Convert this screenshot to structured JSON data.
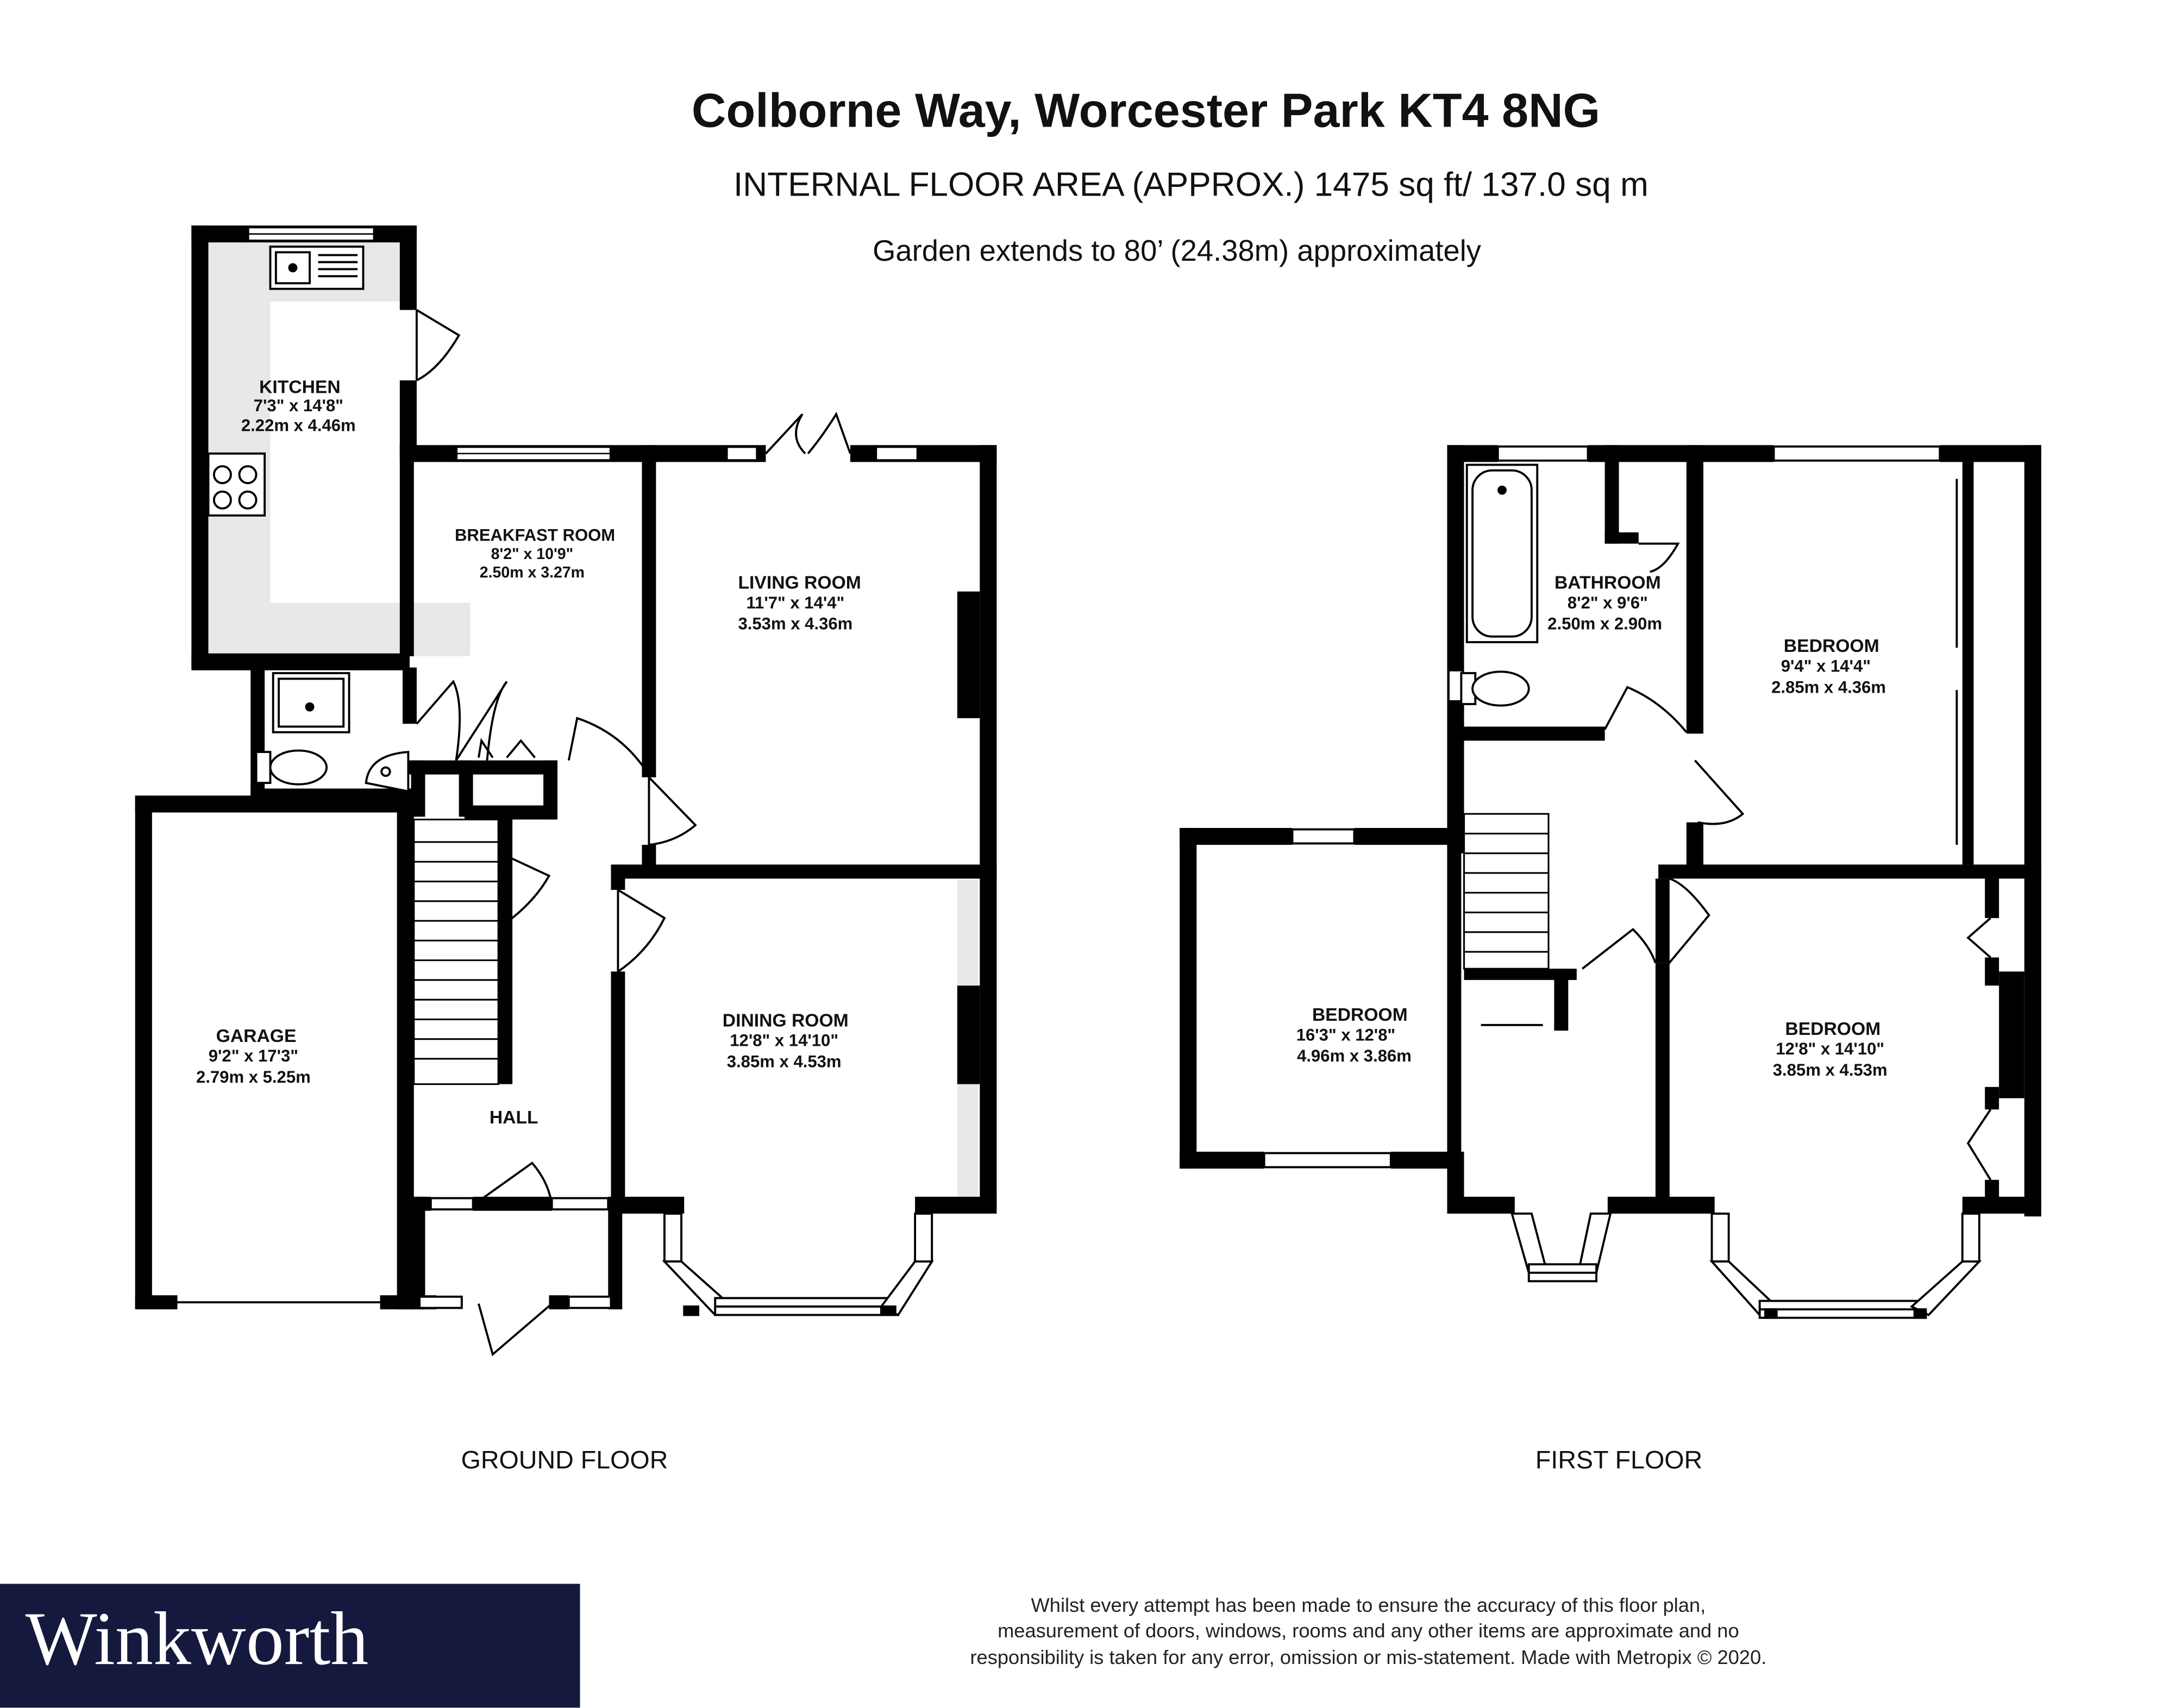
{
  "header": {
    "title": "Colborne Way, Worcester Park KT4 8NG",
    "area": "INTERNAL FLOOR AREA (APPROX.) 1475 sq ft/ 137.0 sq m",
    "garden": "Garden extends to 80’ (24.38m) approximately"
  },
  "ground_floor": {
    "label": "GROUND FLOOR",
    "kitchen": {
      "name": "KITCHEN",
      "imperial": "7'3\"  x 14'8\"",
      "metric": "2.22m  x 4.46m"
    },
    "breakfast": {
      "name": "BREAKFAST ROOM",
      "imperial": "8'2\"  x 10'9\"",
      "metric": "2.50m  x 3.27m"
    },
    "living": {
      "name": "LIVING ROOM",
      "imperial": "11'7\"  x 14'4\"",
      "metric": "3.53m  x 4.36m"
    },
    "dining": {
      "name": "DINING ROOM",
      "imperial": "12'8\"  x 14'10\"",
      "metric": "3.85m  x 4.53m"
    },
    "garage": {
      "name": "GARAGE",
      "imperial": "9'2\"  x 17'3\"",
      "metric": "2.79m  x 5.25m"
    },
    "hall": {
      "name": "HALL"
    }
  },
  "first_floor": {
    "label": "FIRST FLOOR",
    "bathroom": {
      "name": "BATHROOM",
      "imperial": "8'2\"  x 9'6\"",
      "metric": "2.50m  x 2.90m"
    },
    "bedroom_rear": {
      "name": "BEDROOM",
      "imperial": "9'4\"  x 14'4\"",
      "metric": "2.85m  x 4.36m"
    },
    "bedroom_left": {
      "name": "BEDROOM",
      "imperial": "16'3\"  x 12'8\"",
      "metric": "4.96m  x 3.86m"
    },
    "bedroom_front": {
      "name": "BEDROOM",
      "imperial": "12'8\"  x 14'10\"",
      "metric": "3.85m  x 4.53m"
    }
  },
  "footer": {
    "brand": "Winkworth",
    "disclaimer_1": "Whilst every attempt has been made to ensure the accuracy of this floor plan,",
    "disclaimer_2": "measurement of doors, windows, rooms and any other items are approximate and no",
    "disclaimer_3": "responsibility is taken for any error, omission or mis-statement. Made with Metropix © 2020."
  },
  "colors": {
    "wall": "#000000",
    "floor_shade": "#e6e6e6",
    "brand_bg": "#14193d"
  }
}
